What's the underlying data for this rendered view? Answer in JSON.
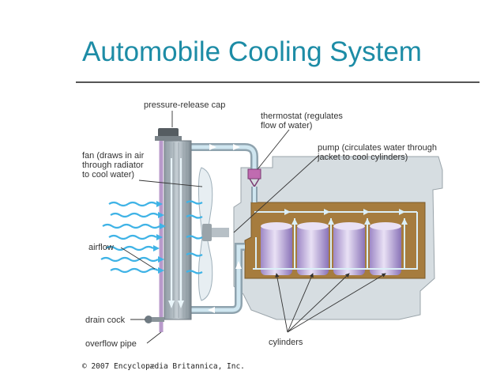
{
  "title": "Automobile Cooling System",
  "labels": {
    "pressure_cap": "pressure-release cap",
    "thermostat_1": "thermostat (regulates",
    "thermostat_2": "flow of water)",
    "pump_1": "pump (circulates water through",
    "pump_2": "jacket to cool cylinders)",
    "fan_1": "fan (draws in air",
    "fan_2": "through radiator",
    "fan_3": "to cool water)",
    "airflow": "airflow",
    "drain_cock": "drain cock",
    "overflow_pipe": "overflow pipe",
    "cylinders": "cylinders"
  },
  "copyright": "© 2007 Encyclopædia Britannica, Inc.",
  "colors": {
    "title": "#1d8ca6",
    "engine_block": "#d6dde1",
    "water_jacket": "#a67c3e",
    "coolant_arrows": "#dbeff7",
    "cylinder": "#c7b8e0",
    "airflow": "#3fb3e6",
    "overflow_pipe": "#b89acb"
  }
}
